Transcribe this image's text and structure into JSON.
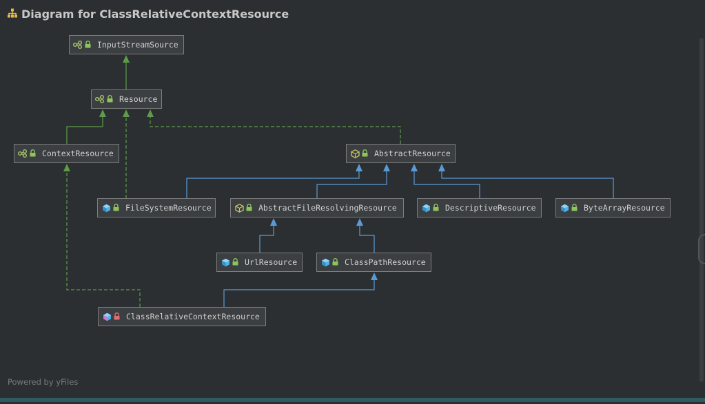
{
  "header": {
    "title": "Diagram for ClassRelativeContextResource",
    "icon": "hierarchy-icon"
  },
  "footer": {
    "text": "Powered by yFiles"
  },
  "colors": {
    "background": "#2b2f31",
    "node_fill": "#3c3f41",
    "node_border": "#7d7d7d",
    "interface_arrow": "#5e9c4a",
    "class_arrow": "#5b9bd5",
    "lock_public": "#8fc45b",
    "lock_private": "#e06c75",
    "class_icon": "#4fb3e8",
    "interface_icon": "#a8c66c",
    "abstract_icon": "#c8c864"
  },
  "nodes": [
    {
      "id": "InputStreamSource",
      "label": "InputStreamSource",
      "kind": "interface",
      "lock": "public"
    },
    {
      "id": "Resource",
      "label": "Resource",
      "kind": "interface",
      "lock": "public"
    },
    {
      "id": "ContextResource",
      "label": "ContextResource",
      "kind": "interface",
      "lock": "public"
    },
    {
      "id": "AbstractResource",
      "label": "AbstractResource",
      "kind": "abstract",
      "lock": "public"
    },
    {
      "id": "FileSystemResource",
      "label": "FileSystemResource",
      "kind": "class",
      "lock": "public"
    },
    {
      "id": "AbstractFileResolvingResource",
      "label": "AbstractFileResolvingResource",
      "kind": "abstract",
      "lock": "public"
    },
    {
      "id": "DescriptiveResource",
      "label": "DescriptiveResource",
      "kind": "class",
      "lock": "public"
    },
    {
      "id": "ByteArrayResource",
      "label": "ByteArrayResource",
      "kind": "class",
      "lock": "public"
    },
    {
      "id": "UrlResource",
      "label": "UrlResource",
      "kind": "class",
      "lock": "public"
    },
    {
      "id": "ClassPathResource",
      "label": "ClassPathResource",
      "kind": "class",
      "lock": "public"
    },
    {
      "id": "ClassRelativeContextResource",
      "label": "ClassRelativeContextResource",
      "kind": "class-private",
      "lock": "private"
    }
  ],
  "edges": [
    {
      "from": "Resource",
      "to": "InputStreamSource",
      "type": "extends-interface"
    },
    {
      "from": "ContextResource",
      "to": "Resource",
      "type": "extends-interface"
    },
    {
      "from": "FileSystemResource",
      "to": "Resource",
      "type": "implements"
    },
    {
      "from": "AbstractResource",
      "to": "Resource",
      "type": "implements"
    },
    {
      "from": "FileSystemResource",
      "to": "AbstractResource",
      "type": "extends"
    },
    {
      "from": "AbstractFileResolvingResource",
      "to": "AbstractResource",
      "type": "extends"
    },
    {
      "from": "DescriptiveResource",
      "to": "AbstractResource",
      "type": "extends"
    },
    {
      "from": "ByteArrayResource",
      "to": "AbstractResource",
      "type": "extends"
    },
    {
      "from": "UrlResource",
      "to": "AbstractFileResolvingResource",
      "type": "extends"
    },
    {
      "from": "ClassPathResource",
      "to": "AbstractFileResolvingResource",
      "type": "extends"
    },
    {
      "from": "ClassRelativeContextResource",
      "to": "ClassPathResource",
      "type": "extends"
    },
    {
      "from": "ClassRelativeContextResource",
      "to": "ContextResource",
      "type": "implements"
    }
  ]
}
